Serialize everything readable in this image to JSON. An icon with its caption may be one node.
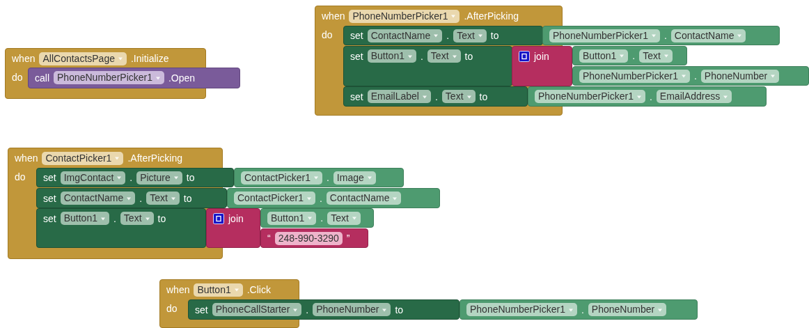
{
  "diagram": {
    "nodes": [
      {
        "text": [
          "when",
          ".Initialize",
          "do"
        ]
      },
      {
        "text": [
          "AllContactsPage"
        ],
        "in": 0
      },
      {
        "text": [
          "call",
          ".Open"
        ]
      },
      {
        "text": [
          "PhoneNumberPicker1"
        ],
        "in": 2
      },
      {
        "text": [
          "when",
          ".AfterPicking",
          "do"
        ]
      },
      {
        "text": [
          "PhoneNumberPicker1"
        ],
        "in": 4
      },
      {
        "text": [
          "set",
          ".",
          "to"
        ],
        "in": 4
      },
      {
        "text": [
          "ContactName"
        ],
        "in": 6
      },
      {
        "text": [
          "Text"
        ],
        "in": 6
      },
      {
        "text": [
          "."
        ]
      },
      {
        "text": [
          "PhoneNumberPicker1"
        ],
        "in": 9
      },
      {
        "text": [
          "ContactName"
        ],
        "in": 9
      },
      {
        "text": [
          "set",
          ".",
          "to"
        ],
        "in": 4
      },
      {
        "text": [
          "Button1"
        ],
        "in": 12
      },
      {
        "text": [
          "Text"
        ],
        "in": 12
      },
      {
        "text": [
          "join"
        ]
      },
      {
        "text": [
          "."
        ]
      },
      {
        "text": [
          "Button1"
        ],
        "in": 16
      },
      {
        "text": [
          "Text"
        ],
        "in": 16
      },
      {
        "text": [
          "."
        ]
      },
      {
        "text": [
          "PhoneNumberPicker1"
        ],
        "in": 19
      },
      {
        "text": [
          "PhoneNumber"
        ],
        "in": 19
      },
      {
        "text": [
          "set",
          ".",
          "to"
        ],
        "in": 4
      },
      {
        "text": [
          "EmailLabel"
        ],
        "in": 22
      },
      {
        "text": [
          "Text"
        ],
        "in": 22
      },
      {
        "text": [
          "."
        ]
      },
      {
        "text": [
          "PhoneNumberPicker1"
        ],
        "in": 25
      },
      {
        "text": [
          "EmailAddress"
        ],
        "in": 25
      },
      {
        "text": [
          "when",
          ".AfterPicking",
          "do"
        ]
      },
      {
        "text": [
          "ContactPicker1"
        ],
        "in": 28
      },
      {
        "text": [
          "set",
          ".",
          "to"
        ],
        "in": 28
      },
      {
        "text": [
          "ImgContact"
        ],
        "in": 30
      },
      {
        "text": [
          "Picture"
        ],
        "in": 30
      },
      {
        "text": [
          "."
        ]
      },
      {
        "text": [
          "ContactPicker1"
        ],
        "in": 33
      },
      {
        "text": [
          "Image"
        ],
        "in": 33
      },
      {
        "text": [
          "set",
          ".",
          "to"
        ],
        "in": 28
      },
      {
        "text": [
          "ContactName"
        ],
        "in": 36
      },
      {
        "text": [
          "Text"
        ],
        "in": 36
      },
      {
        "text": [
          "."
        ]
      },
      {
        "text": [
          "ContactPicker1"
        ],
        "in": 39
      },
      {
        "text": [
          "ContactName"
        ],
        "in": 39
      },
      {
        "text": [
          "set",
          ".",
          "to"
        ],
        "in": 28
      },
      {
        "text": [
          "Button1"
        ],
        "in": 42
      },
      {
        "text": [
          "Text"
        ],
        "in": 42
      },
      {
        "text": [
          "join"
        ]
      },
      {
        "text": [
          "."
        ]
      },
      {
        "text": [
          "Button1"
        ],
        "in": 46
      },
      {
        "text": [
          "Text"
        ],
        "in": 46
      },
      {
        "text": [
          "“",
          "”"
        ]
      },
      {
        "text": [
          "248-990-3290"
        ],
        "in": 49
      },
      {
        "text": [
          "when",
          ".Click",
          "do"
        ]
      },
      {
        "text": [
          "Button1"
        ],
        "in": 51
      },
      {
        "text": [
          "set",
          ".",
          "to"
        ]
      },
      {
        "text": [
          "PhoneCallStarter"
        ]
      },
      {
        "text": [
          "PhoneNumber"
        ],
        "in": 53
      },
      {
        "text": [
          "."
        ]
      },
      {
        "text": [
          "PhoneNumberPicker1"
        ],
        "in": 56
      },
      {
        "text": [
          "PhoneNumber"
        ],
        "in": 56
      }
    ]
  }
}
